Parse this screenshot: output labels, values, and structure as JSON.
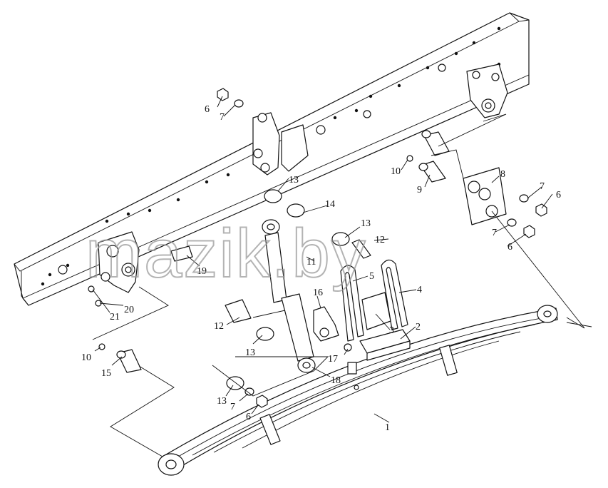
{
  "watermark": "mazik.by",
  "callouts": [
    {
      "id": "c1",
      "label": "1"
    },
    {
      "id": "c2",
      "label": "2"
    },
    {
      "id": "c3",
      "label": "3"
    },
    {
      "id": "c4",
      "label": "4"
    },
    {
      "id": "c5",
      "label": "5"
    },
    {
      "id": "c6a",
      "label": "6"
    },
    {
      "id": "c6b",
      "label": "6"
    },
    {
      "id": "c6c",
      "label": "6"
    },
    {
      "id": "c6d",
      "label": "6"
    },
    {
      "id": "c7a",
      "label": "7"
    },
    {
      "id": "c7b",
      "label": "7"
    },
    {
      "id": "c7c",
      "label": "7"
    },
    {
      "id": "c7d",
      "label": "7"
    },
    {
      "id": "c8",
      "label": "8"
    },
    {
      "id": "c9",
      "label": "9"
    },
    {
      "id": "c10a",
      "label": "10"
    },
    {
      "id": "c10b",
      "label": "10"
    },
    {
      "id": "c11",
      "label": "11"
    },
    {
      "id": "c12a",
      "label": "12"
    },
    {
      "id": "c12b",
      "label": "12"
    },
    {
      "id": "c13a",
      "label": "13"
    },
    {
      "id": "c13b",
      "label": "13"
    },
    {
      "id": "c13c",
      "label": "13"
    },
    {
      "id": "c13d",
      "label": "13"
    },
    {
      "id": "c14",
      "label": "14"
    },
    {
      "id": "c15",
      "label": "15"
    },
    {
      "id": "c16",
      "label": "16"
    },
    {
      "id": "c17",
      "label": "17"
    },
    {
      "id": "c18",
      "label": "18"
    },
    {
      "id": "c19",
      "label": "19"
    },
    {
      "id": "c20",
      "label": "20"
    },
    {
      "id": "c21",
      "label": "21"
    }
  ]
}
